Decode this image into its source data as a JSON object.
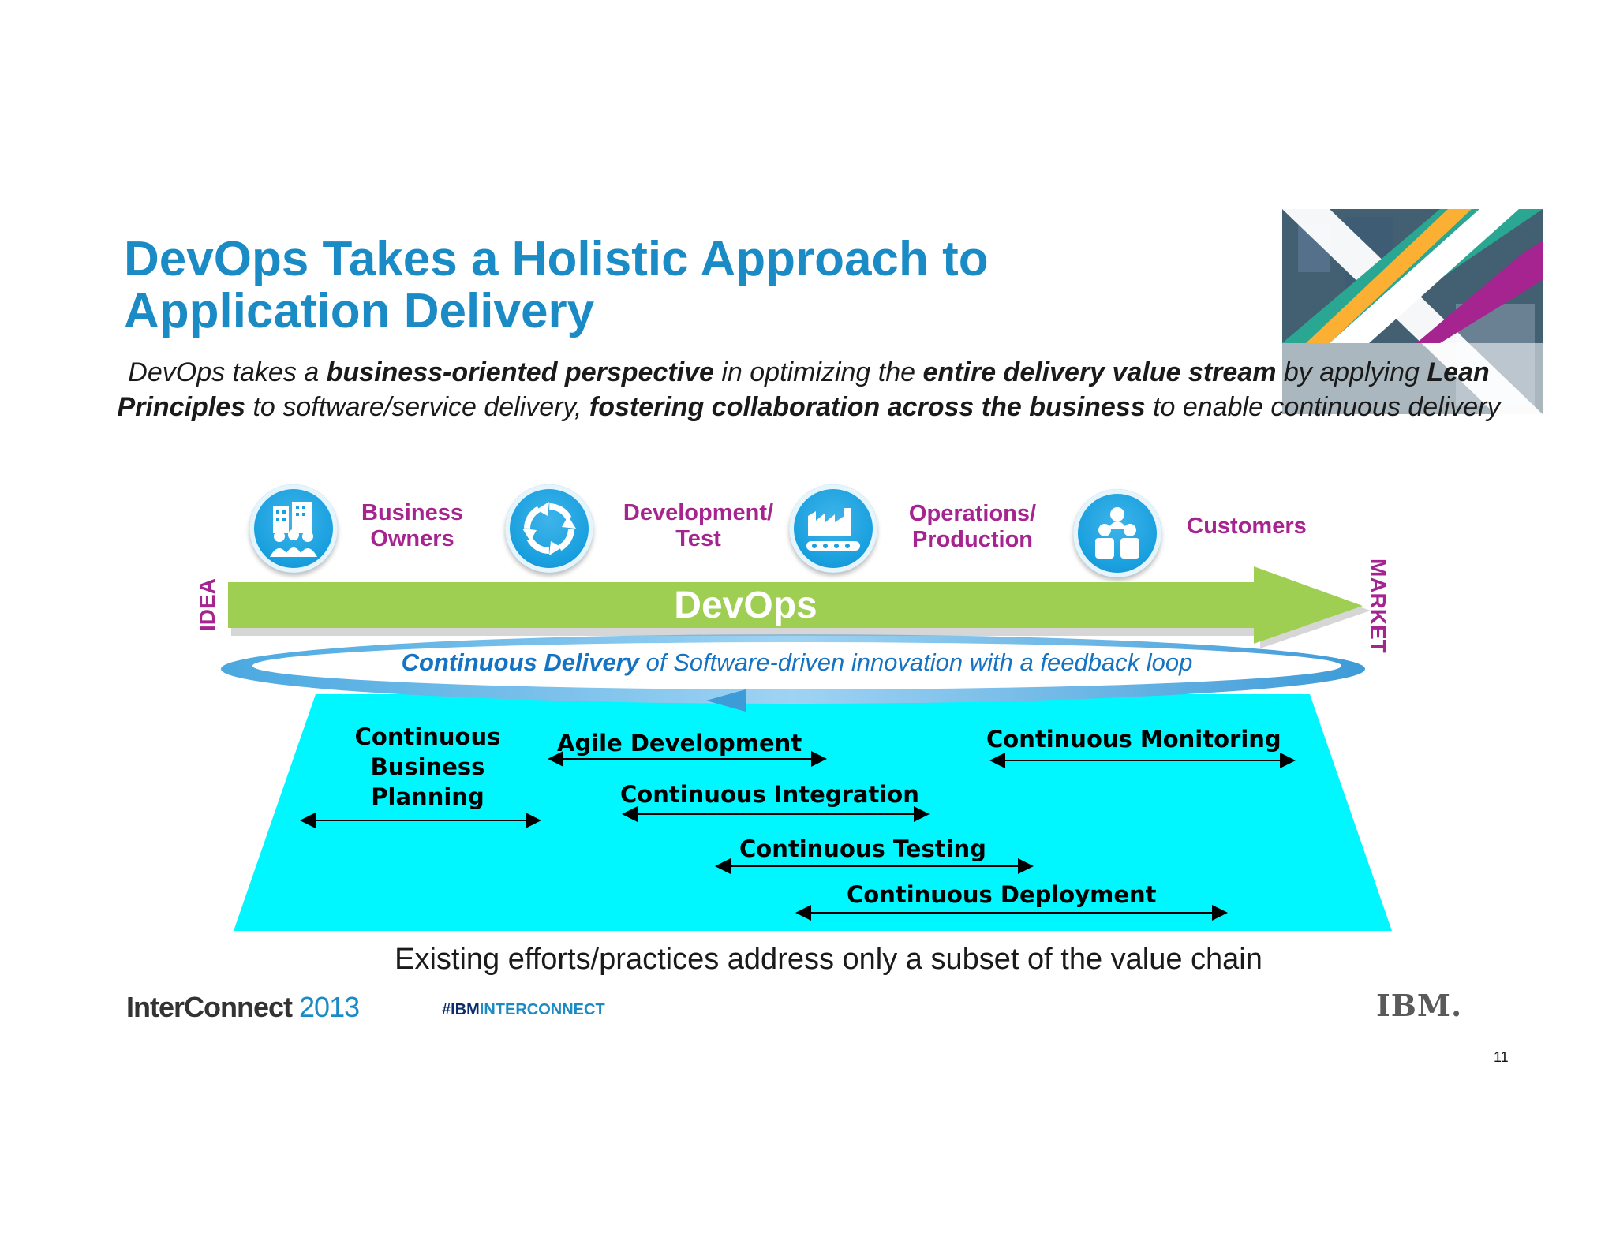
{
  "title": {
    "line1": "DevOps Takes a Holistic Approach to",
    "line2": "Application Delivery"
  },
  "subtitle": {
    "p1": "DevOps takes a ",
    "b1": "business-oriented perspective",
    "p2": " in optimizing the ",
    "b2": "entire delivery value stream",
    "p3": " by applying ",
    "b3": "Lean Principles",
    "p4": " to software/service delivery, ",
    "b4": "fostering collaboration across the business",
    "p5": " to enable continuous delivery"
  },
  "actors": [
    {
      "label_line1": "Business",
      "label_line2": "Owners",
      "icon": "buildings-people-icon"
    },
    {
      "label_line1": "Development/",
      "label_line2": "Test",
      "icon": "cycle-arrows-icon"
    },
    {
      "label_line1": "Operations/",
      "label_line2": "Production",
      "icon": "factory-conveyor-icon"
    },
    {
      "label_line1": "Customers",
      "label_line2": "",
      "icon": "customers-group-icon"
    }
  ],
  "flow": {
    "start_label": "IDEA",
    "end_label": "MARKET",
    "main_label": "DevOps",
    "loop_bold": "Continuous Delivery",
    "loop_rest": " of Software-driven innovation with a feedback loop"
  },
  "practices": {
    "planning": [
      "Continuous",
      "Business",
      "Planning"
    ],
    "agile": "Agile Development",
    "monitoring": "Continuous Monitoring",
    "integration": "Continuous Integration",
    "testing": "Continuous Testing",
    "deployment": "Continuous Deployment"
  },
  "bottom_note": "Existing efforts/practices address only a subset of the value chain",
  "footer": {
    "brand": "InterConnect",
    "year": "2013",
    "hashtag_a": "#IBM",
    "hashtag_b": "INTERCONNECT",
    "ibm_logo": "IBM.",
    "page_number": "11"
  },
  "colors": {
    "title": "#1b8bc5",
    "actor_label": "#a5248f",
    "devops_arrow": "#9fcf52",
    "practice_area": "#00f7ff",
    "loop_caption": "#1473c2"
  }
}
